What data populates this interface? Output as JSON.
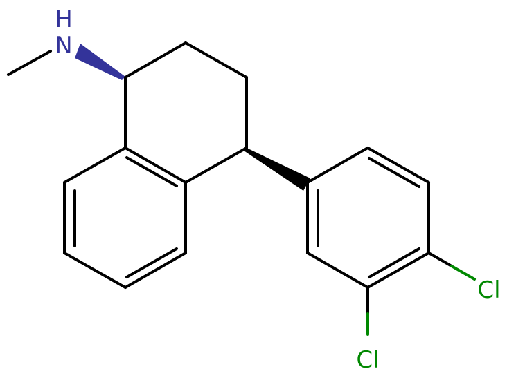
{
  "molecule": {
    "atoms": {
      "nh": {
        "symbol": "N",
        "hydrogen": "H",
        "color": "#33339A"
      },
      "cl_right": {
        "symbol": "Cl",
        "color": "#008800"
      },
      "cl_bottom": {
        "symbol": "Cl",
        "color": "#008800"
      }
    },
    "bond_color": "#000000"
  }
}
